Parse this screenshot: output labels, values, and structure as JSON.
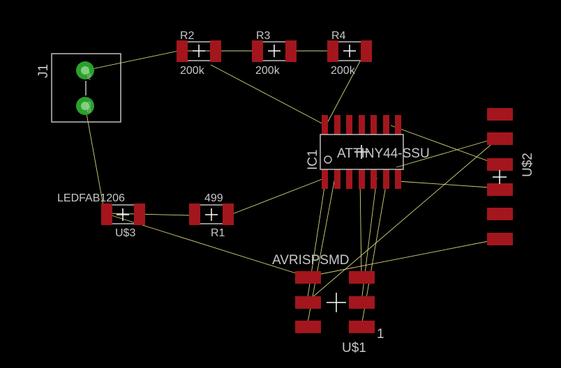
{
  "colors": {
    "background": "#000000",
    "pad": "#a3161d",
    "outline": "#c0c0c0",
    "airwire": "#d6d47a",
    "label": "#c7c7c7",
    "via_ring": "#2aa12a",
    "via_core": "#7fd07f"
  },
  "parts": {
    "j1": {
      "name": "J1",
      "pin1_label": "+5V",
      "pin2_label": "GND"
    },
    "r2": {
      "name": "R2",
      "value": "200k"
    },
    "r3": {
      "name": "R3",
      "value": "200k"
    },
    "r4": {
      "name": "R4",
      "value": "200k"
    },
    "ic1": {
      "name": "IC1",
      "value": "ATTINY44-SSU"
    },
    "u2": {
      "name": "U$2"
    },
    "u3": {
      "name": "U$3",
      "value": "LEDFAB1206"
    },
    "r1": {
      "name": "R1",
      "value": "499"
    },
    "u1": {
      "name": "U$1",
      "value": "AVRISPSMD",
      "pin1_label": "1"
    }
  }
}
